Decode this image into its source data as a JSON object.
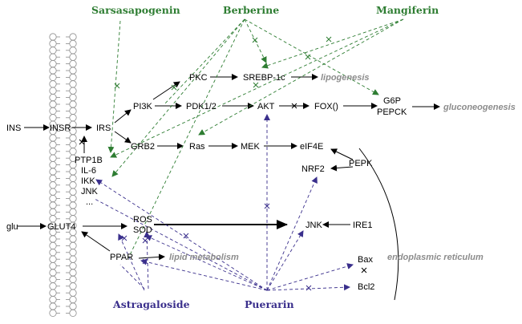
{
  "colors": {
    "herb_green": "#2e7d32",
    "herb_blue": "#3a2f8c",
    "process_gray": "#8c8c8c",
    "ink": "#000000"
  },
  "herbs": {
    "sarsasapogenin": "Sarsasapogenin",
    "berberine": "Berberine",
    "mangiferin": "Mangiferin",
    "astragaloside": "Astragaloside",
    "puerarin": "Puerarin"
  },
  "nodes": {
    "ins": "INS",
    "insr": "INSR",
    "irs": "IRS",
    "pi3k": "PI3K",
    "pkc": "PKC",
    "srebp": "SREBP-1c",
    "pdk": "PDK1/2",
    "akt": "AKT",
    "fox": "FOX()",
    "g6p": "G6P",
    "pepck": "PEPCK",
    "grb2": "GRB2",
    "ras": "Ras",
    "mek": "MEK",
    "eif4e": "eIF4E",
    "pepk": "PEPK",
    "nrf2": "NRF2",
    "ptp1b": "PTP1B",
    "il6": "IL-6",
    "ikk": "IKK",
    "jnk_left": "JNK",
    "dots": "...",
    "glu": "glu",
    "glut4": "GLUT4",
    "ros": "ROS",
    "sod": "SOD",
    "jnk": "JNK",
    "ire1": "IRE1",
    "ppar": "PPAR",
    "bax": "Bax",
    "bcl2": "Bcl2"
  },
  "processes": {
    "lipogenesis": "lipogenesis",
    "gluconeogenesis": "gluconeogenesis",
    "lipid_metabolism": "lipid metabolism",
    "er": "endoplasmic reticulum"
  }
}
